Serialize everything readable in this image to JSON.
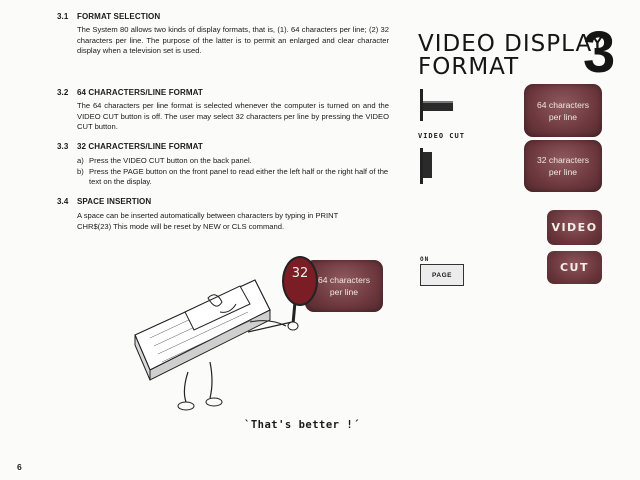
{
  "sections": {
    "s31": {
      "num": "3.1",
      "title": "FORMAT SELECTION",
      "body": "The System 80 allows two kinds of display formats, that is, (1). 64 characters per line; (2) 32 characters per line. The purpose of the latter is to permit an enlarged and clear character display when a television set is used."
    },
    "s32": {
      "num": "3.2",
      "title": "64 CHARACTERS/LINE FORMAT",
      "body": "The 64 characters per line format is selected whenever the computer is turned on and the VIDEO CUT button is off. The user may select 32 characters per line by pressing the VIDEO CUT button."
    },
    "s33": {
      "num": "3.3",
      "title": "32 CHARACTERS/LINE FORMAT",
      "items": [
        {
          "mark": "a)",
          "text": "Press the VIDEO CUT button on the back panel."
        },
        {
          "mark": "b)",
          "text": "Press the PAGE button on the front panel to read either the left half or the right half of the text on the display."
        }
      ]
    },
    "s34": {
      "num": "3.4",
      "title": "SPACE INSERTION",
      "body": "A space can be inserted automatically between characters by typing in PRINT CHR$(23) This mode will be reset by NEW or CLS command."
    }
  },
  "heading": {
    "line1": "VIDEO DISPLAY",
    "line2": "FORMAT",
    "chapter": "3"
  },
  "side": {
    "video_cut_label": "VIDEO CUT",
    "tv1": {
      "line1": "64 characters",
      "line2": "per line"
    },
    "tv2": {
      "line1": "32 characters",
      "line2": "per line"
    },
    "video_button": "VIDEO",
    "cut_button": "CUT",
    "on_label": "ON",
    "page_button": "PAGE"
  },
  "illustration": {
    "lens_number": "32",
    "tv_line1": "64 characters",
    "tv_line2": "per line",
    "caption": "`That's better !´"
  },
  "page_number": "6",
  "colors": {
    "screen": "#6f3a40",
    "screen_text": "#efe6e2",
    "ink": "#1b1b1b"
  }
}
